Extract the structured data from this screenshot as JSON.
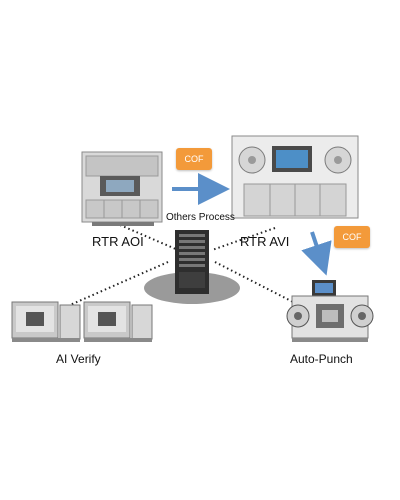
{
  "machines": {
    "rtr_aoi": {
      "label": "RTR AOI"
    },
    "rtr_avi": {
      "label": "RTR AVI"
    },
    "ai_verify": {
      "label": "AI Verify"
    },
    "auto_punch": {
      "label": "Auto-Punch"
    }
  },
  "server": {
    "label": "Others Process"
  },
  "badges": {
    "cof_top": "COF",
    "cof_right": "COF"
  },
  "colors": {
    "arrow": "#5b8fc9",
    "badge": "#f39a3a",
    "platform": "#9a9a9a"
  }
}
